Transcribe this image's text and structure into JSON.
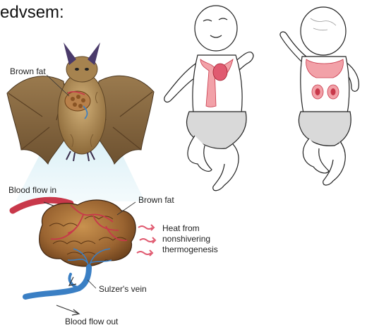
{
  "heading": "edvsem:",
  "labels": {
    "brown_fat_top": "Brown fat",
    "blood_flow_in": "Blood flow in",
    "brown_fat_organ": "Brown fat",
    "heat_line1": "Heat from",
    "heat_line2": "nonshivering",
    "heat_line3": "thermogenesis",
    "sulzers_vein": "Sulzer's vein",
    "blood_flow_out": "Blood flow out"
  },
  "colors": {
    "bat_fur": "#b08a55",
    "brown_fat": "#8a5a2b",
    "artery": "#c8384a",
    "vein": "#3a7fc4",
    "infant_fat": "#f2a1a8",
    "diaper": "#d9d9d9",
    "heat_arrows": "#e05a70"
  }
}
